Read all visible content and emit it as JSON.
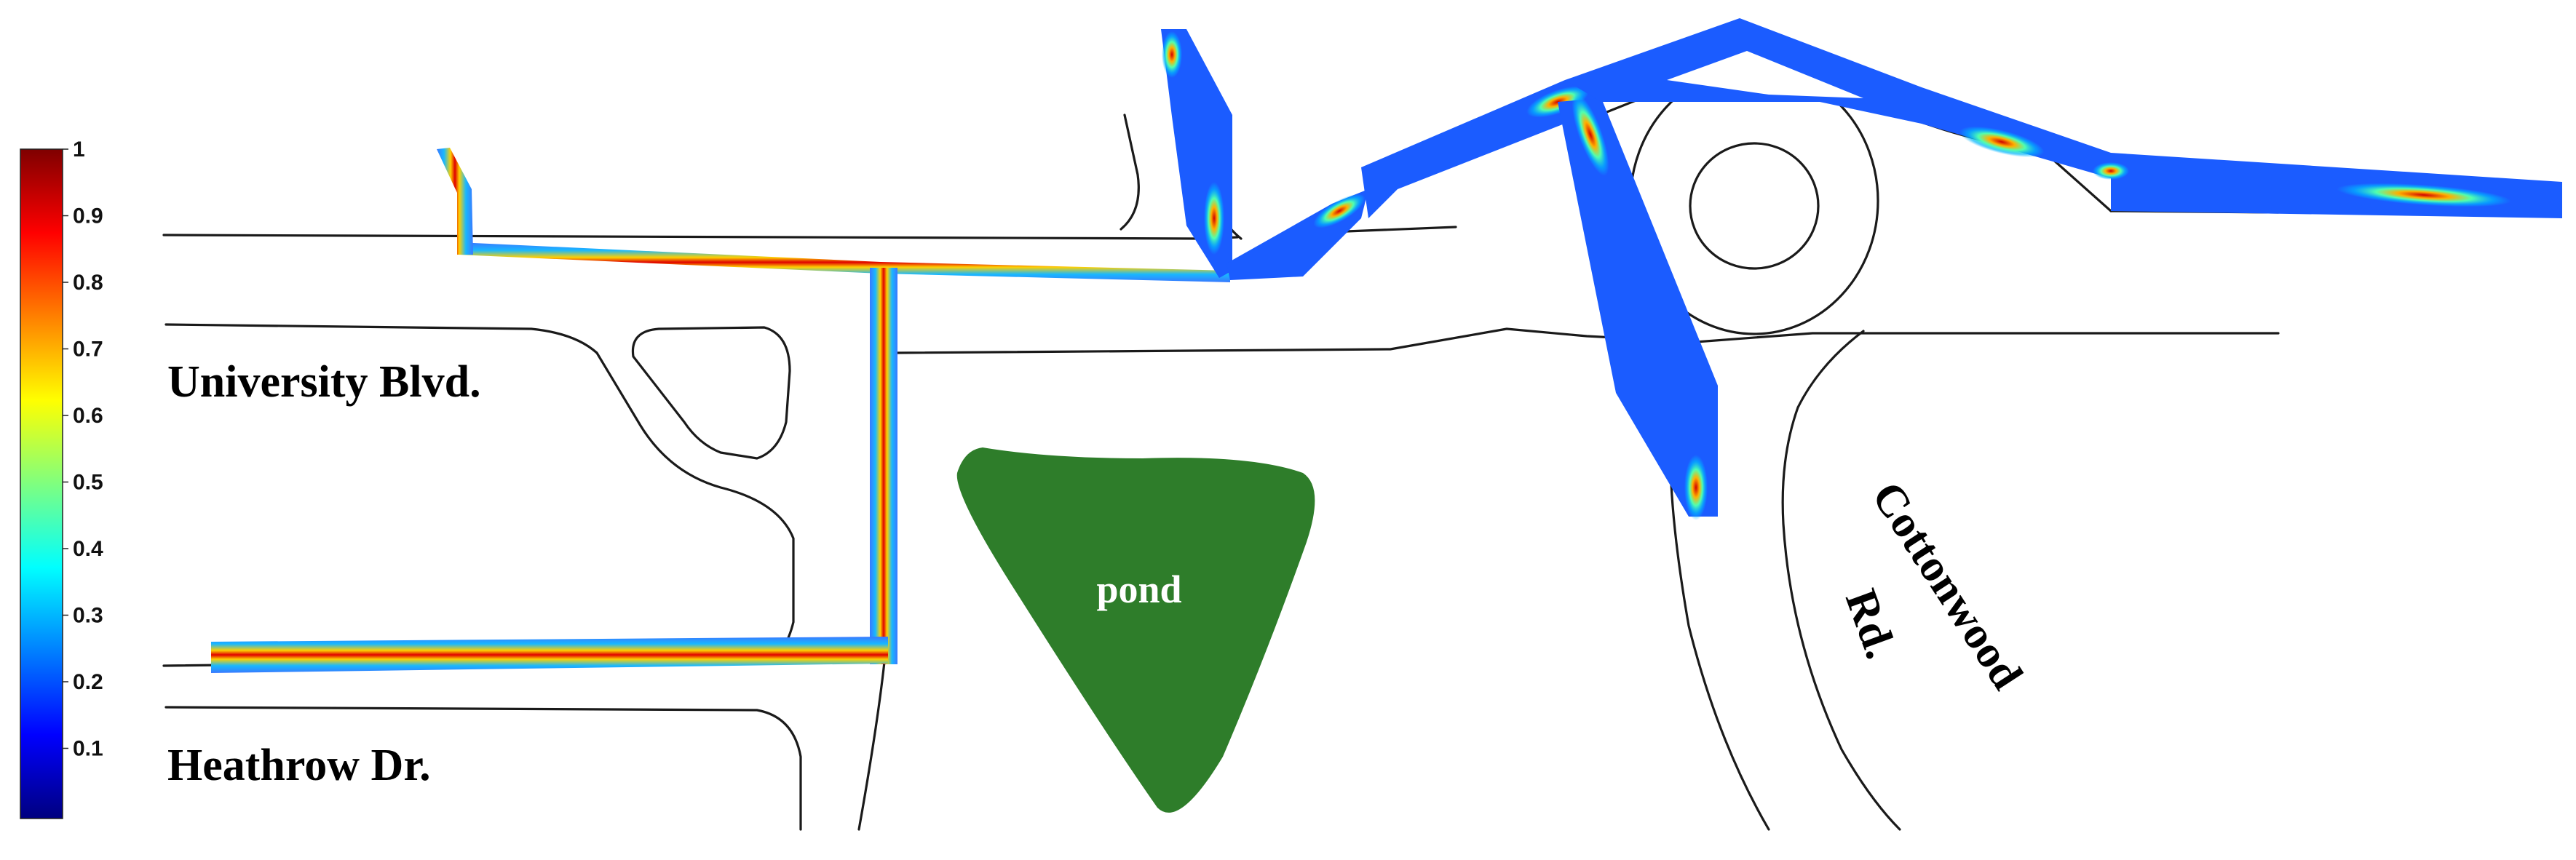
{
  "colorbar": {
    "ticks": [
      "1",
      "0.9",
      "0.8",
      "0.7",
      "0.6",
      "0.5",
      "0.4",
      "0.3",
      "0.2",
      "0.1"
    ],
    "colors": [
      "#00007f",
      "#0000ff",
      "#007fff",
      "#00ffff",
      "#7fff7f",
      "#ffff00",
      "#ff7f00",
      "#ff0000",
      "#7f0000"
    ]
  },
  "labels": {
    "university": "University Blvd.",
    "heathrow": "Heathrow Dr.",
    "cottonwood_1": "Cottonwood",
    "cottonwood_2": "Rd.",
    "pond": "pond"
  },
  "colors": {
    "pond": "#2e7d2a",
    "road_line": "#1a1a1a"
  }
}
